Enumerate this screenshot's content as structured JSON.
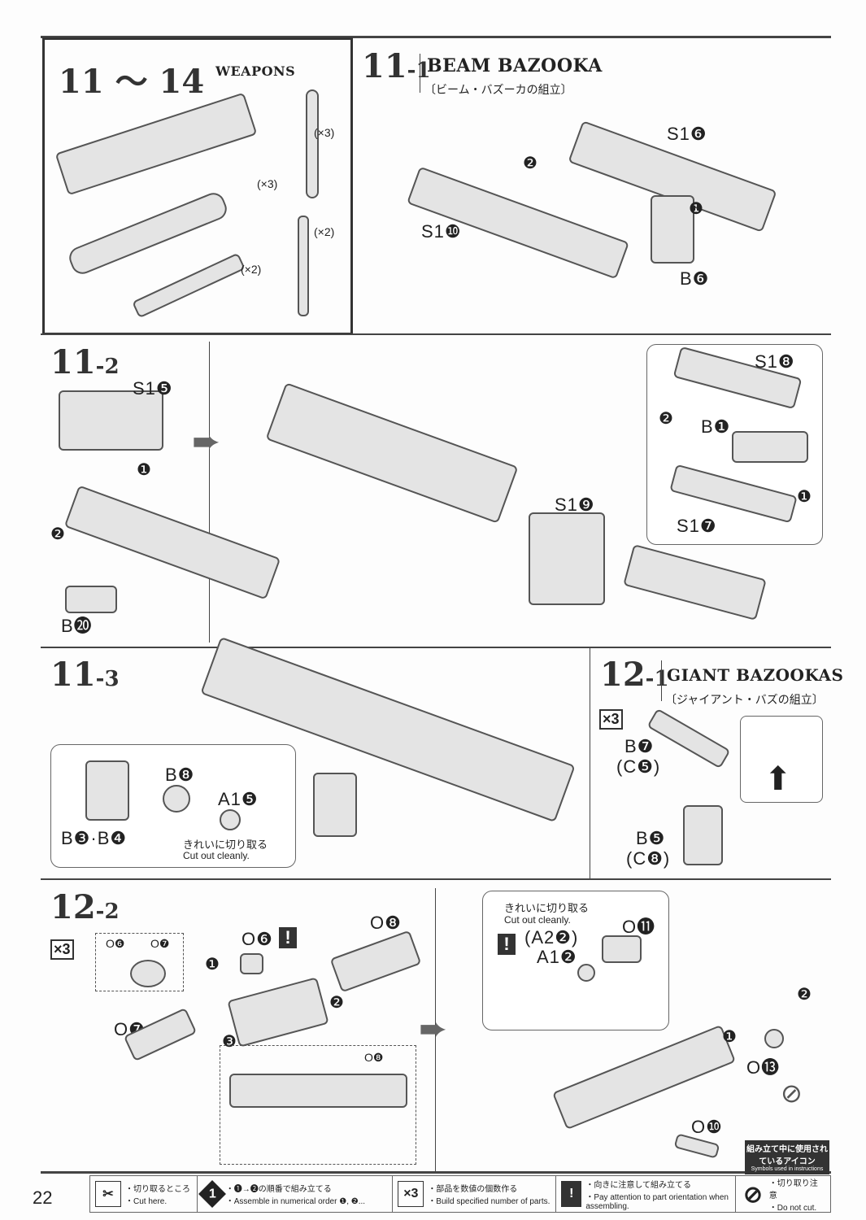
{
  "page_number": "22",
  "intro": {
    "from": "11",
    "sep": "～",
    "to": "14",
    "title": "WEAPONS",
    "counts": [
      "(×3)",
      "(×3)",
      "(×2)",
      "(×2)"
    ]
  },
  "step_11_1": {
    "num": "11",
    "sub": "-1",
    "title": "BEAM BAZOOKA",
    "jp": "〔ビーム・バズーカの組立〕",
    "labels": [
      "S1❻",
      "S1❿",
      "B❻"
    ],
    "order": [
      "❷",
      "❶"
    ]
  },
  "step_11_2": {
    "num": "11",
    "sub": "-2",
    "labels": [
      "S1❺",
      "B⓴",
      "S1❽",
      "B❶",
      "S1❼",
      "S1❾"
    ],
    "order": [
      "❶",
      "❷",
      "❷",
      "❶"
    ]
  },
  "step_11_3": {
    "num": "11",
    "sub": "-3",
    "labels": [
      "B❽",
      "A1❺",
      "B❸·B❹"
    ],
    "note_jp": "きれいに切り取る",
    "note_en": "Cut out cleanly."
  },
  "step_12_1": {
    "num": "12",
    "sub": "-1",
    "title": "GIANT BAZOOKAS",
    "jp": "〔ジャイアント・バズの組立〕",
    "multiplier": "×3",
    "labels": [
      "B❼",
      "(C❺)",
      "B❺",
      "(C❽)"
    ]
  },
  "step_12_2": {
    "num": "12",
    "sub": "-2",
    "multiplier": "×3",
    "labels": [
      "O❻",
      "O❼",
      "O❻",
      "O❽",
      "O❼",
      "O❽",
      "O⓫",
      "(A2❷)",
      "A1❷",
      "O⓭",
      "O❿"
    ],
    "order": [
      "❶",
      "❷",
      "❸",
      "❶",
      "❷"
    ],
    "note_jp": "きれいに切り取る",
    "note_en": "Cut out cleanly."
  },
  "legend": {
    "header_jp": "組み立て中に使用されているアイコン",
    "header_en": "Symbols used in instructions",
    "items": [
      {
        "icon": "nipper-icon",
        "jp": "・切り取るところ",
        "en": "・Cut here."
      },
      {
        "icon": "step-diamond-icon",
        "glyph": "1",
        "jp": "・❶→❷の順番で組み立てる",
        "en": "・Assemble in numerical order ❶, ❷..."
      },
      {
        "icon": "multiplier-icon",
        "glyph": "×3",
        "jp": "・部品を数値の個数作る",
        "en": "・Build specified number of parts."
      },
      {
        "icon": "exclamation-icon",
        "glyph": "!",
        "jp": "・向きに注意して組み立てる",
        "en": "・Pay attention to part orientation when assembling."
      },
      {
        "icon": "no-cut-icon",
        "glyph": "⊘",
        "jp": "・切り取り注意",
        "en": "・Do not cut."
      }
    ]
  }
}
